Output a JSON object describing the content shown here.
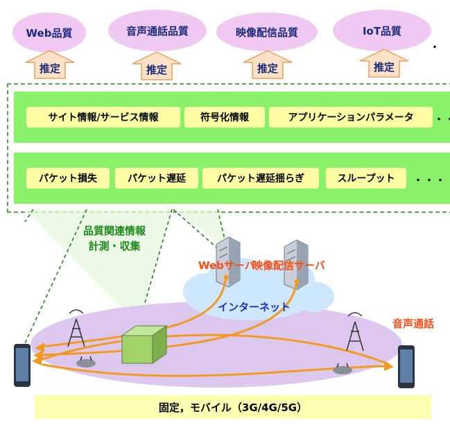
{
  "quality_targets": [
    {
      "label": "Web品質"
    },
    {
      "label": "音声通話品質"
    },
    {
      "label": "映像配信品質"
    },
    {
      "label": "IoT品質"
    }
  ],
  "estimate_label": "推定",
  "trailing_dot": "・",
  "upper_band": {
    "items": [
      "サイト情報/サービス情報",
      "符号化情報",
      "アプリケーションパラメータ"
    ],
    "ellipsis": "・・"
  },
  "lower_band": {
    "items": [
      "パケット損失",
      "パケット遅延",
      "パケット遅延揺らぎ",
      "スループット"
    ],
    "ellipsis": "・・・"
  },
  "measurement_label": {
    "line1": "品質関連情報",
    "line2": "計測・収集"
  },
  "servers": {
    "web": "Webサーバ",
    "video": "映像配信サーバ"
  },
  "internet_label": "インターネット",
  "voice_call_label": "音声通話",
  "network_types": "固定，モバイル（3G/4G/5G）",
  "colors": {
    "quality_ellipse": "#efc9f1",
    "estimate_arrow": "#fde2c8",
    "band_green": "#8af26a",
    "chip_yellow": "#ffffa6",
    "flow_orange": "#f39a1e",
    "label_green": "#1b8a1b",
    "label_orange": "#ff4a12",
    "cloud_blue": "#cfe7fb",
    "network_purple": "#dcc8ef"
  }
}
